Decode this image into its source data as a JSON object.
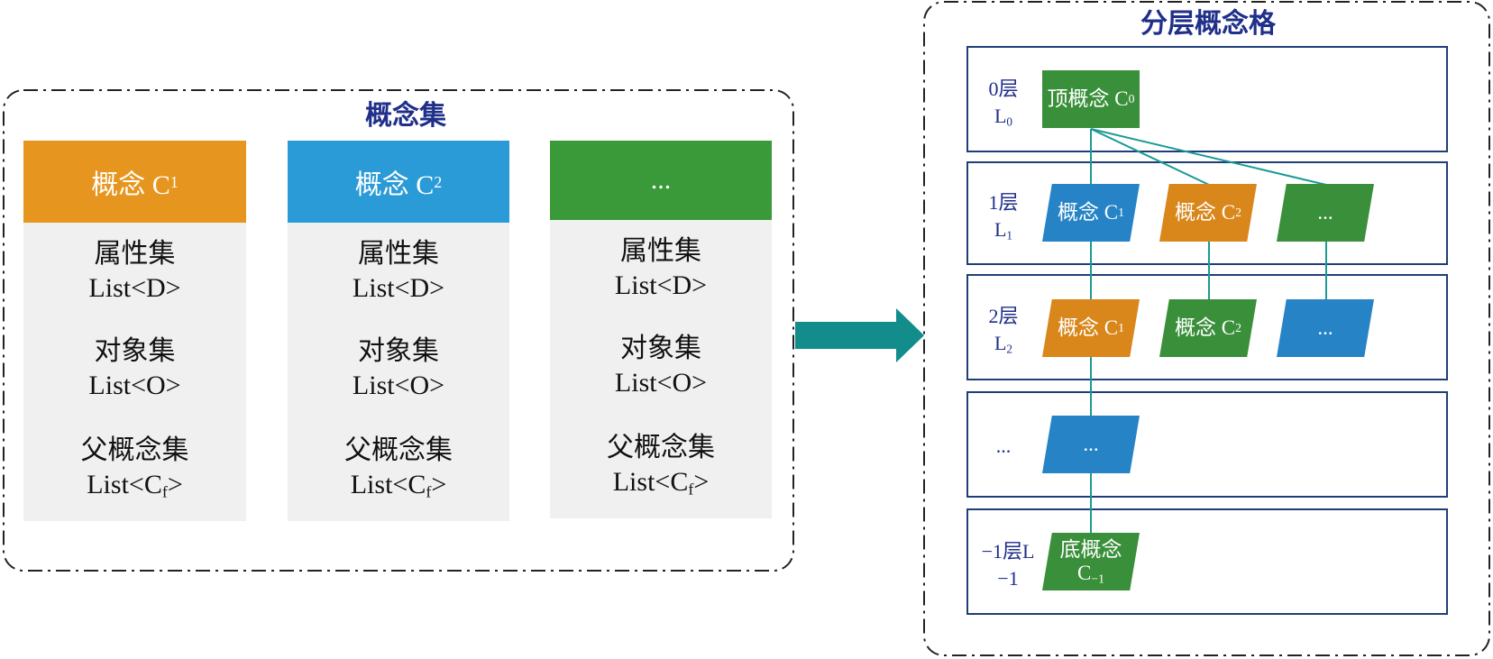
{
  "concept_set": {
    "title": "概念集",
    "cards": [
      {
        "head": "概念 C",
        "head_sub": "1",
        "color": "#e6961e",
        "props": [
          {
            "name": "属性集",
            "list": "List<D>",
            "list_sub": ""
          },
          {
            "name": "对象集",
            "list": "List<O>",
            "list_sub": ""
          },
          {
            "name": "父概念集",
            "list": "List<C",
            "list_sub": "f",
            "list_end": ">"
          }
        ]
      },
      {
        "head": "概念 C",
        "head_sub": "2",
        "color": "#2b9bd7",
        "props": [
          {
            "name": "属性集",
            "list": "List<D>",
            "list_sub": ""
          },
          {
            "name": "对象集",
            "list": "List<O>",
            "list_sub": ""
          },
          {
            "name": "父概念集",
            "list": "List<C",
            "list_sub": "f",
            "list_end": ">"
          }
        ]
      },
      {
        "head": "...",
        "head_sub": "",
        "color": "#3a9a3a",
        "props": [
          {
            "name": "属性集",
            "list": "List<D>",
            "list_sub": ""
          },
          {
            "name": "对象集",
            "list": "List<O>",
            "list_sub": ""
          },
          {
            "name": "父概念集",
            "list": "List<C",
            "list_sub": "f",
            "list_end": ">"
          }
        ]
      }
    ]
  },
  "lattice": {
    "title": "分层概念格",
    "layers": [
      {
        "label": "0层",
        "sub_label": "L",
        "sub_label_sub": "0"
      },
      {
        "label": "1层",
        "sub_label": "L",
        "sub_label_sub": "1"
      },
      {
        "label": "2层",
        "sub_label": "L",
        "sub_label_sub": "2"
      },
      {
        "label": "...",
        "sub_label": "",
        "sub_label_sub": ""
      },
      {
        "label": "−1层L",
        "sub_label": "−1",
        "sub_label_sub": ""
      }
    ],
    "nodes": {
      "top": {
        "text": "顶概念 C",
        "sub": "0",
        "color": "#3a8f3a"
      },
      "l1": [
        {
          "text": "概念 C",
          "sub": "1",
          "color": "#2683c6"
        },
        {
          "text": "概念 C",
          "sub": "2",
          "color": "#d9861a"
        },
        {
          "text": "...",
          "sub": "",
          "color": "#3a8f3a"
        }
      ],
      "l2": [
        {
          "text": "概念 C",
          "sub": "1",
          "color": "#d9861a"
        },
        {
          "text": "概念 C",
          "sub": "2",
          "color": "#3a8f3a"
        },
        {
          "text": "...",
          "sub": "",
          "color": "#2683c6"
        }
      ],
      "l3": {
        "text": "...",
        "color": "#2683c6"
      },
      "bottom": {
        "text": "底概念",
        "sub_text": "C",
        "sub": "−1",
        "color": "#3a8f3a"
      }
    }
  },
  "colors": {
    "arrow": "#138c8c",
    "frame": "#222222",
    "layer_border": "#1f3e78",
    "link": "#1a9a96"
  }
}
